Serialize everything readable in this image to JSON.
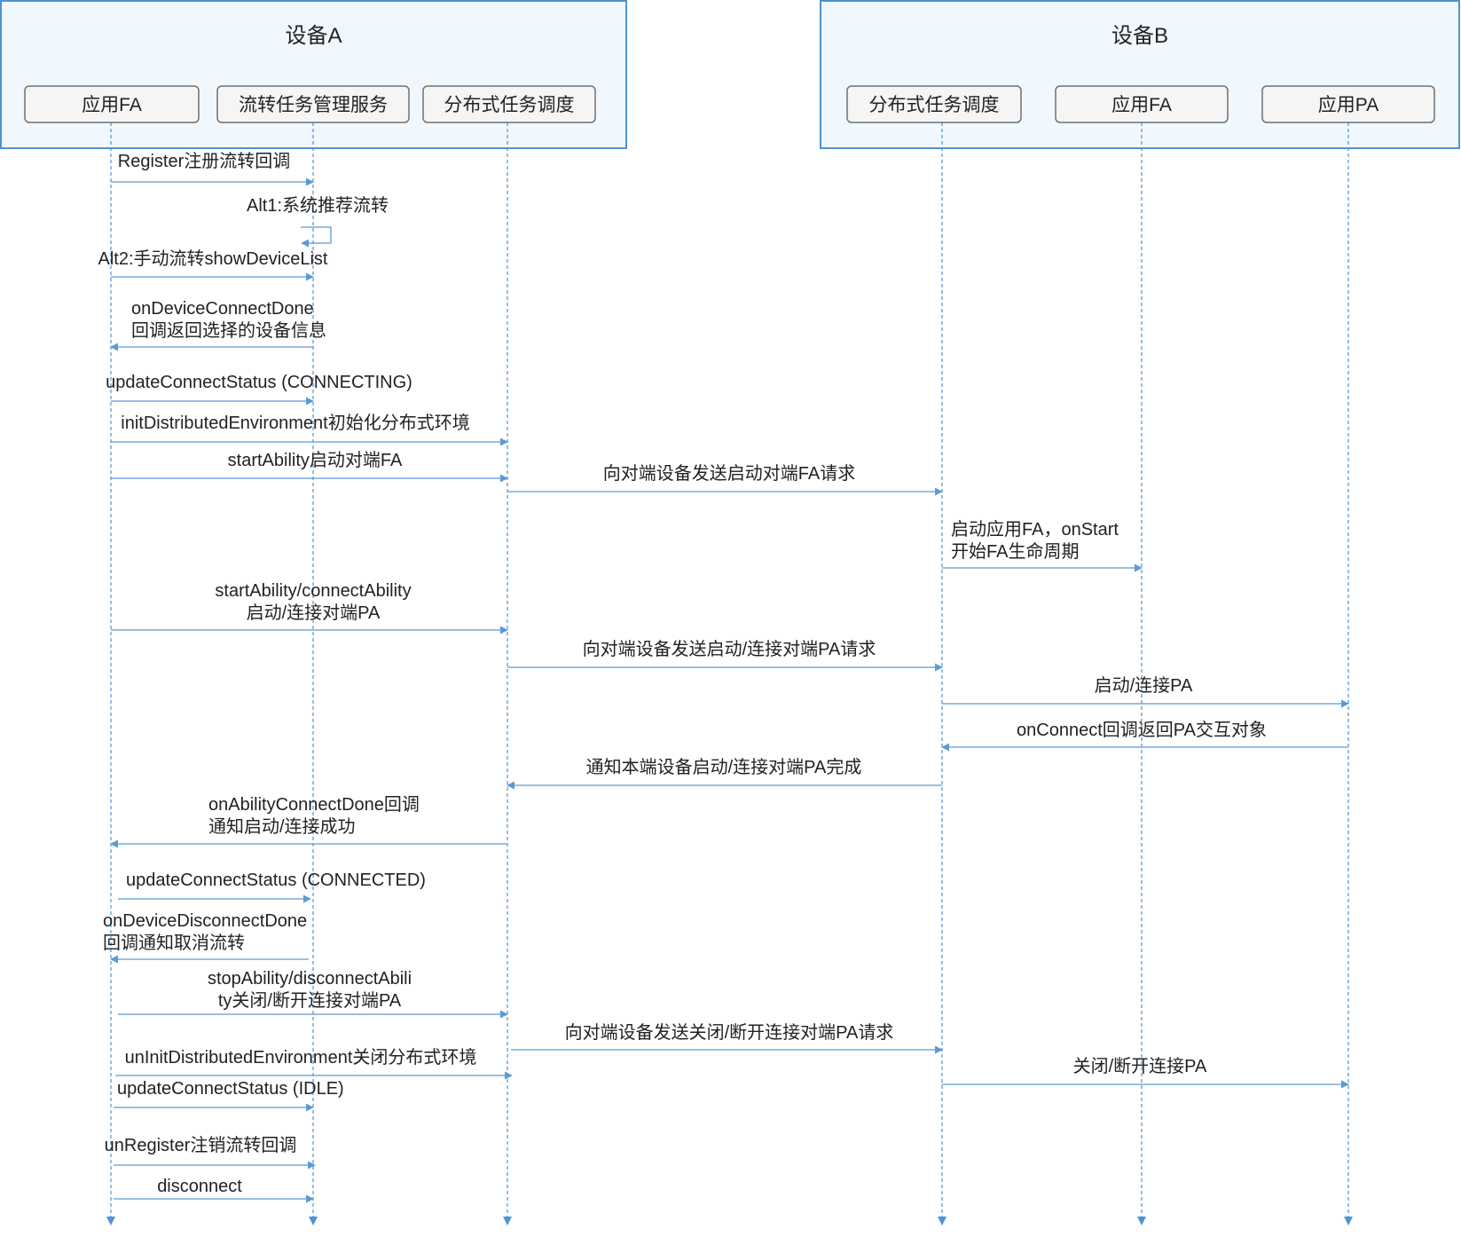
{
  "colors": {
    "group_fill": "#f0f8fd",
    "group_stroke": "#4e93d2",
    "lifeline": "#4e93d2",
    "arrow": "#5b9bd5",
    "box_fill": "#f5f5f5",
    "box_stroke": "#707070",
    "text": "#222222"
  },
  "groups": [
    {
      "id": "A",
      "title": "设备A"
    },
    {
      "id": "B",
      "title": "设备B"
    }
  ],
  "participants": [
    {
      "id": "faA",
      "group": "A",
      "label": "应用FA"
    },
    {
      "id": "svc",
      "group": "A",
      "label": "流转任务管理服务"
    },
    {
      "id": "dmsA",
      "group": "A",
      "label": "分布式任务调度"
    },
    {
      "id": "dmsB",
      "group": "B",
      "label": "分布式任务调度"
    },
    {
      "id": "faB",
      "group": "B",
      "label": "应用FA"
    },
    {
      "id": "paB",
      "group": "B",
      "label": "应用PA"
    }
  ],
  "messages": [
    {
      "from": "faA",
      "to": "svc",
      "lines": [
        "Register注册流转回调"
      ]
    },
    {
      "from": "svc",
      "to": "svc",
      "lines": [
        "Alt1:系统推荐流转"
      ]
    },
    {
      "from": "faA",
      "to": "svc",
      "lines": [
        "Alt2:手动流转showDeviceList"
      ]
    },
    {
      "from": "svc",
      "to": "faA",
      "lines": [
        "onDeviceConnectDone",
        "回调返回选择的设备信息"
      ]
    },
    {
      "from": "faA",
      "to": "svc",
      "lines": [
        "updateConnectStatus (CONNECTING)"
      ]
    },
    {
      "from": "faA",
      "to": "dmsA",
      "lines": [
        "initDistributedEnvironment初始化分布式环境"
      ]
    },
    {
      "from": "faA",
      "to": "dmsA",
      "lines": [
        "startAbility启动对端FA"
      ]
    },
    {
      "from": "dmsA",
      "to": "dmsB",
      "lines": [
        "向对端设备发送启动对端FA请求"
      ]
    },
    {
      "from": "dmsB",
      "to": "faB",
      "lines": [
        "启动应用FA，onStart",
        "开始FA生命周期"
      ]
    },
    {
      "from": "faA",
      "to": "dmsA",
      "lines": [
        "startAbility/connectAbility",
        "启动/连接对端PA"
      ]
    },
    {
      "from": "dmsA",
      "to": "dmsB",
      "lines": [
        "向对端设备发送启动/连接对端PA请求"
      ]
    },
    {
      "from": "dmsB",
      "to": "paB",
      "lines": [
        "启动/连接PA"
      ]
    },
    {
      "from": "paB",
      "to": "dmsB",
      "lines": [
        "onConnect回调返回PA交互对象"
      ]
    },
    {
      "from": "dmsB",
      "to": "dmsA",
      "lines": [
        "通知本端设备启动/连接对端PA完成"
      ]
    },
    {
      "from": "dmsA",
      "to": "faA",
      "lines": [
        "onAbilityConnectDone回调",
        "通知启动/连接成功"
      ]
    },
    {
      "from": "faA",
      "to": "svc",
      "lines": [
        "updateConnectStatus (CONNECTED)"
      ]
    },
    {
      "from": "svc",
      "to": "faA",
      "lines": [
        "onDeviceDisconnectDone",
        "回调通知取消流转"
      ]
    },
    {
      "from": "faA",
      "to": "dmsA",
      "lines": [
        "stopAbility/disconnectAbili",
        "ty关闭/断开连接对端PA"
      ]
    },
    {
      "from": "dmsA",
      "to": "dmsB",
      "lines": [
        "向对端设备发送关闭/断开连接对端PA请求"
      ]
    },
    {
      "from": "faA",
      "to": "dmsA",
      "lines": [
        "unInitDistributedEnvironment关闭分布式环境"
      ]
    },
    {
      "from": "dmsB",
      "to": "paB",
      "lines": [
        "关闭/断开连接PA"
      ]
    },
    {
      "from": "faA",
      "to": "svc",
      "lines": [
        "updateConnectStatus (IDLE)"
      ]
    },
    {
      "from": "faA",
      "to": "svc",
      "lines": [
        "unRegister注销流转回调"
      ]
    },
    {
      "from": "faA",
      "to": "svc",
      "lines": [
        "disconnect"
      ]
    }
  ]
}
